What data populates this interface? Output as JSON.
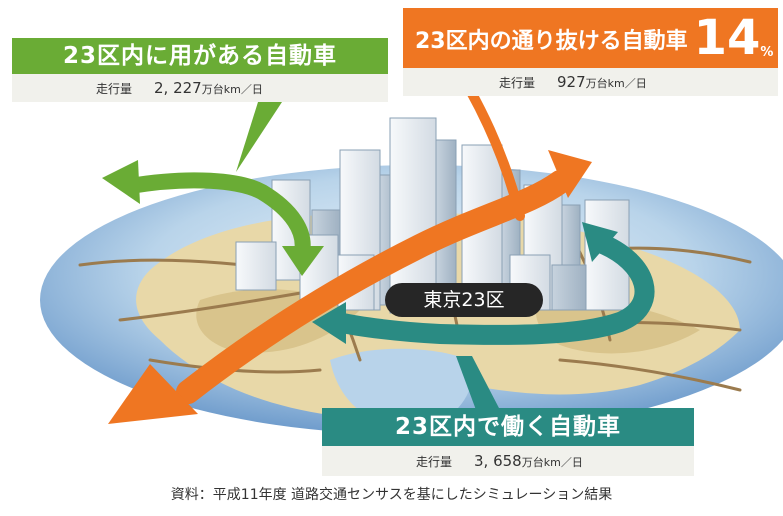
{
  "callouts": {
    "green": {
      "title": "23区内に用がある自動車",
      "metric_label": "走行量",
      "value": "2, 227",
      "unit": "万台km／日",
      "color": "#6aac35"
    },
    "orange": {
      "title": "23区内の通り抜ける自動車",
      "percent": "14",
      "percent_unit": "%",
      "metric_label": "走行量",
      "value": "927",
      "unit": "万台km／日",
      "color": "#ef7622"
    },
    "teal": {
      "title": "23区内で働く自動車",
      "metric_label": "走行量",
      "value": "3, 658",
      "unit": "万台km／日",
      "color": "#2a8b83"
    }
  },
  "center_label": "東京23区",
  "source": "資料：平成11年度 道路交通センサスを基にしたシミュレーション結果"
}
